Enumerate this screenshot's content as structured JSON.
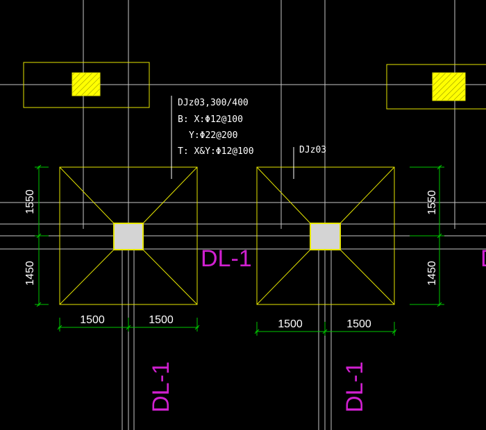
{
  "colors": {
    "background": "#000000",
    "gridline": "#c8c8c8",
    "footing_outline": "#e6e600",
    "column_fill": "#d4d4d4",
    "hatch_fill": "#ffff00",
    "dimension": "#00c800",
    "text": "#ffffff",
    "beam_label": "#d020d0"
  },
  "annotation": {
    "line1": "DJz03,300/400",
    "line2": "B: X:Φ12@100",
    "line3": "Y:Φ22@200",
    "line4": "T: X&Y:Φ12@100"
  },
  "footing2_label": "DJz03",
  "dimensions": {
    "f1_left_width": "1500",
    "f1_right_width": "1500",
    "f2_left_width": "1500",
    "f2_right_width": "1500",
    "left_upper_height": "1550",
    "left_lower_height": "1450",
    "right_upper_height": "1550",
    "right_lower_height": "1450"
  },
  "beam_labels": {
    "horizontal": "DL-1",
    "horizontal_cut": "D",
    "vertical_1": "DL-1",
    "vertical_2": "DL-1"
  }
}
